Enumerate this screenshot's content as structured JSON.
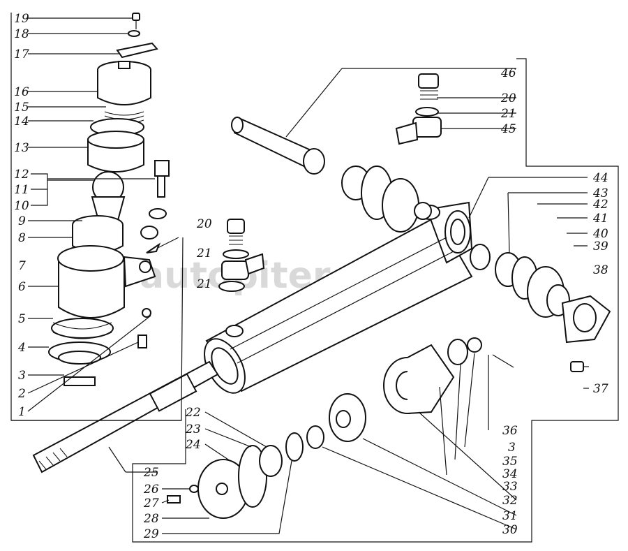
{
  "watermark": "autopiter.ru",
  "labels": {
    "l19": "19",
    "l18": "18",
    "l17": "17",
    "l16": "16",
    "l15": "15",
    "l14": "14",
    "l13": "13",
    "l12": "12",
    "l11": "11",
    "l10": "10",
    "l9": "9",
    "l8": "8",
    "l7": "7",
    "l6": "6",
    "l5": "5",
    "l4": "4",
    "l3a": "3",
    "l2": "2",
    "l1": "1",
    "l46": "46",
    "l20a": "20",
    "l21a": "21",
    "l45": "45",
    "l20b": "20",
    "l21b": "21",
    "l21c": "21",
    "l44": "44",
    "l43": "43",
    "l42": "42",
    "l41": "41",
    "l40": "40",
    "l39": "39",
    "l38": "38",
    "l37": "37",
    "l36": "36",
    "l3b": "3",
    "l35": "35",
    "l34": "34",
    "l33": "33",
    "l32": "32",
    "l31": "31",
    "l30": "30",
    "l22": "22",
    "l23": "23",
    "l24": "24",
    "l25": "25",
    "l26": "26",
    "l27": "27",
    "l28": "28",
    "l29": "29"
  }
}
